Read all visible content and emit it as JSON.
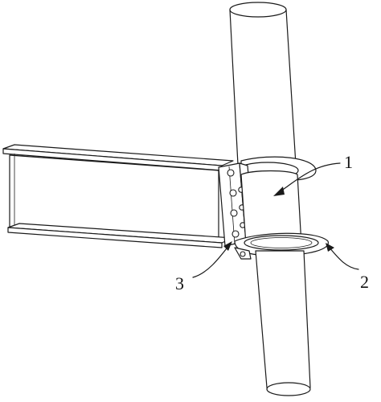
{
  "callouts": {
    "label_1": "1",
    "label_2": "2",
    "label_3": "3"
  },
  "colors": {
    "line": "#1a1a1a",
    "background": "#ffffff"
  }
}
